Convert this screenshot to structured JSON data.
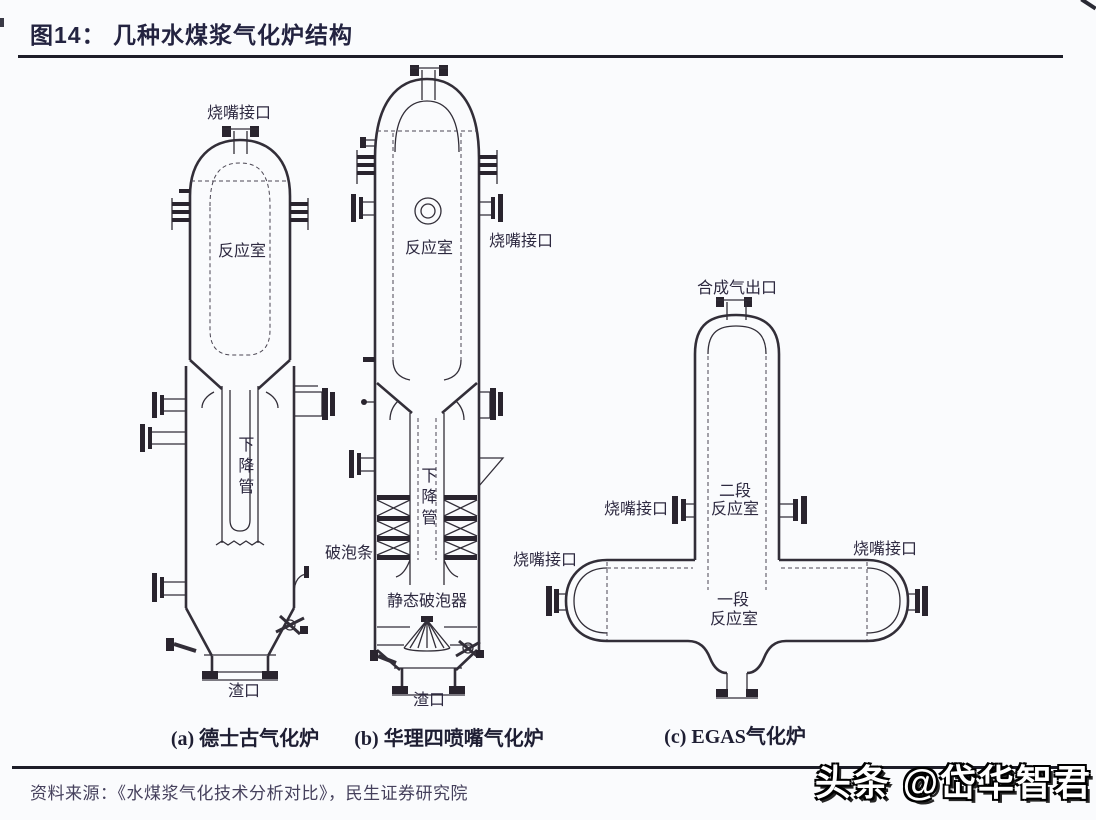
{
  "page": {
    "title": "图14：  几种水煤浆气化炉结构",
    "source": "资料来源：《水煤浆气化技术分析对比》，民生证券研究院",
    "watermark": "头条 @岱华智君"
  },
  "colors": {
    "title_text": "#232340",
    "rule": "#1d1d28",
    "line_art": "#322e38",
    "background": "#fafbfd",
    "watermark_fill": "#ffffff",
    "watermark_outline": "#000000"
  },
  "gasifier_a": {
    "caption": "(a) 德士古气化炉",
    "label_burner_port": "烧嘴接口",
    "label_reaction_chamber": "反应室",
    "label_downcomer": "下降管",
    "label_slag_port": "渣口"
  },
  "gasifier_b": {
    "caption": "(b) 华理四喷嘴气化炉",
    "label_burner_port": "烧嘴接口",
    "label_reaction_chamber": "反应室",
    "label_downcomer": "下降管",
    "label_bubble_break_bars": "破泡条",
    "label_static_bubble_breaker": "静态破泡器",
    "label_slag_port": "渣口"
  },
  "gasifier_c": {
    "caption": "(c) EGAS气化炉",
    "label_syngas_outlet": "合成气出口",
    "label_stage2_line1": "二段",
    "label_stage2_line2": "反应室",
    "label_burner_port_stage2": "烧嘴接口",
    "label_burner_port_left": "烧嘴接口",
    "label_burner_port_right": "烧嘴接口",
    "label_stage1_line1": "一段",
    "label_stage1_line2": "反应室"
  }
}
